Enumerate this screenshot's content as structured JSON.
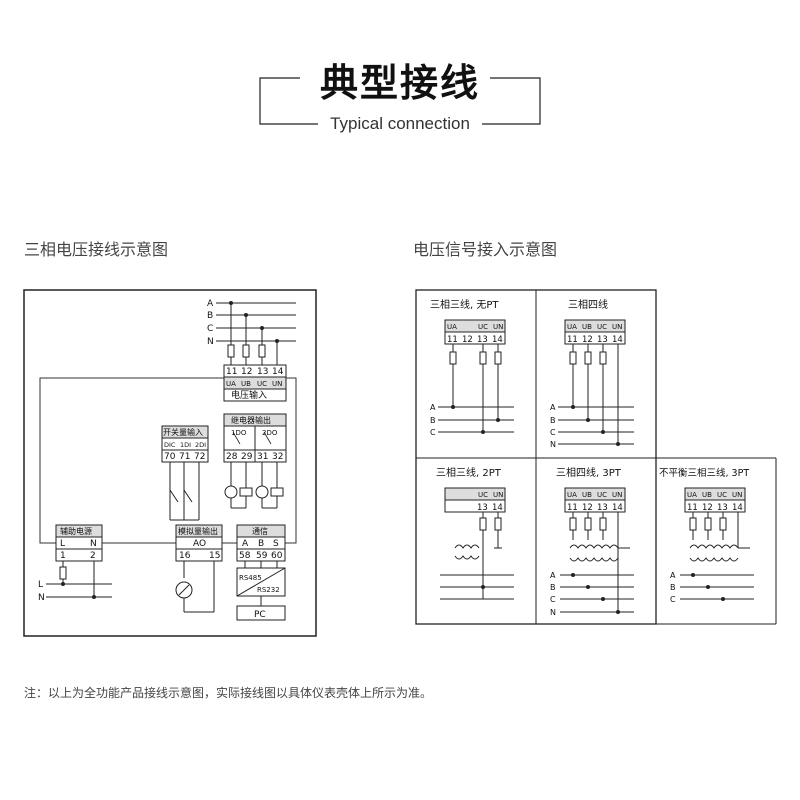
{
  "title": {
    "cn": "典型接线",
    "en": "Typical connection"
  },
  "sections": {
    "left": "三相电压接线示意图",
    "right": "电压信号接入示意图"
  },
  "note": "注：以上为全功能产品接线示意图，实际接线图以具体仪表壳体上所示为准。",
  "left_diagram": {
    "phases": [
      "A",
      "B",
      "C",
      "N"
    ],
    "voltage_input": {
      "terminals": [
        "11",
        "12",
        "13",
        "14"
      ],
      "labels": [
        "UA",
        "UB",
        "UC",
        "UN"
      ],
      "title": "电压输入"
    },
    "switch_input": {
      "title": "开关量输入",
      "labels": [
        "DIC",
        "1DI",
        "2DI"
      ],
      "terminals": [
        "70",
        "71",
        "72"
      ]
    },
    "relay_output": {
      "title": "继电器输出",
      "labels": [
        "1DO",
        "2DO"
      ],
      "terminals": [
        "28",
        "29",
        "31",
        "32"
      ]
    },
    "aux_power": {
      "title": "辅助电源",
      "labels": [
        "L",
        "N"
      ],
      "terminals": [
        "1",
        "2"
      ]
    },
    "analog_output": {
      "title": "模拟量输出",
      "label": "AO",
      "terminals": [
        "16",
        "15"
      ]
    },
    "comm": {
      "title": "通信",
      "labels": [
        "A",
        "B",
        "S"
      ],
      "terminals": [
        "58",
        "59",
        "60"
      ],
      "rs485": "RS485",
      "rs232": "RS232",
      "pc": "PC"
    },
    "power_lines": [
      "L",
      "N"
    ]
  },
  "right_diagram": {
    "panels": [
      {
        "title": "三相三线, 无PT"
      },
      {
        "title": "三相四线"
      },
      {
        "title": "三相三线, 2PT"
      },
      {
        "title": "三相四线, 3PT"
      },
      {
        "title": "不平衡三相三线, 3PT"
      }
    ],
    "terminals": [
      "11",
      "12",
      "13",
      "14"
    ],
    "labels": [
      "UA",
      "UB",
      "UC",
      "UN"
    ]
  }
}
